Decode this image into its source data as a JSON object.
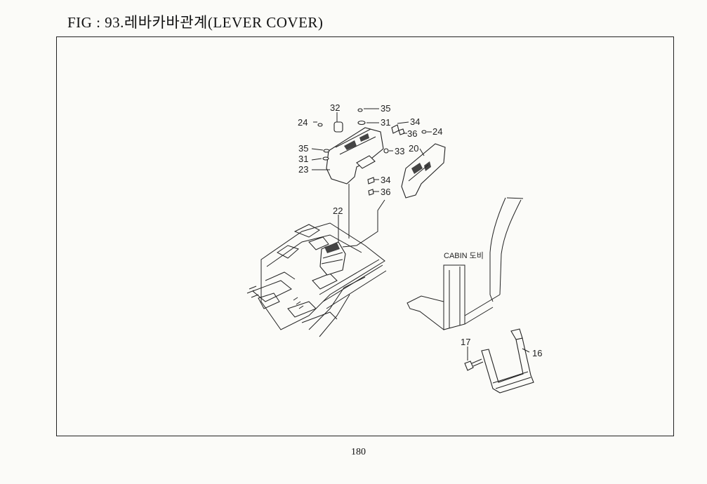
{
  "figure": {
    "title": "FIG : 93.레바카바관계(LEVER COVER)"
  },
  "callouts": {
    "c32": "32",
    "c35a": "35",
    "c24a": "24",
    "c31a": "31",
    "c34a": "34",
    "c36a": "36",
    "c24b": "24",
    "c35b": "35",
    "c33": "33",
    "c20": "20",
    "c31b": "31",
    "c23": "23",
    "c34b": "34",
    "c36b": "36",
    "c22": "22",
    "c17": "17",
    "c16": "16"
  },
  "cabin_label": "CABIN 도비",
  "page": {
    "number": "180"
  }
}
